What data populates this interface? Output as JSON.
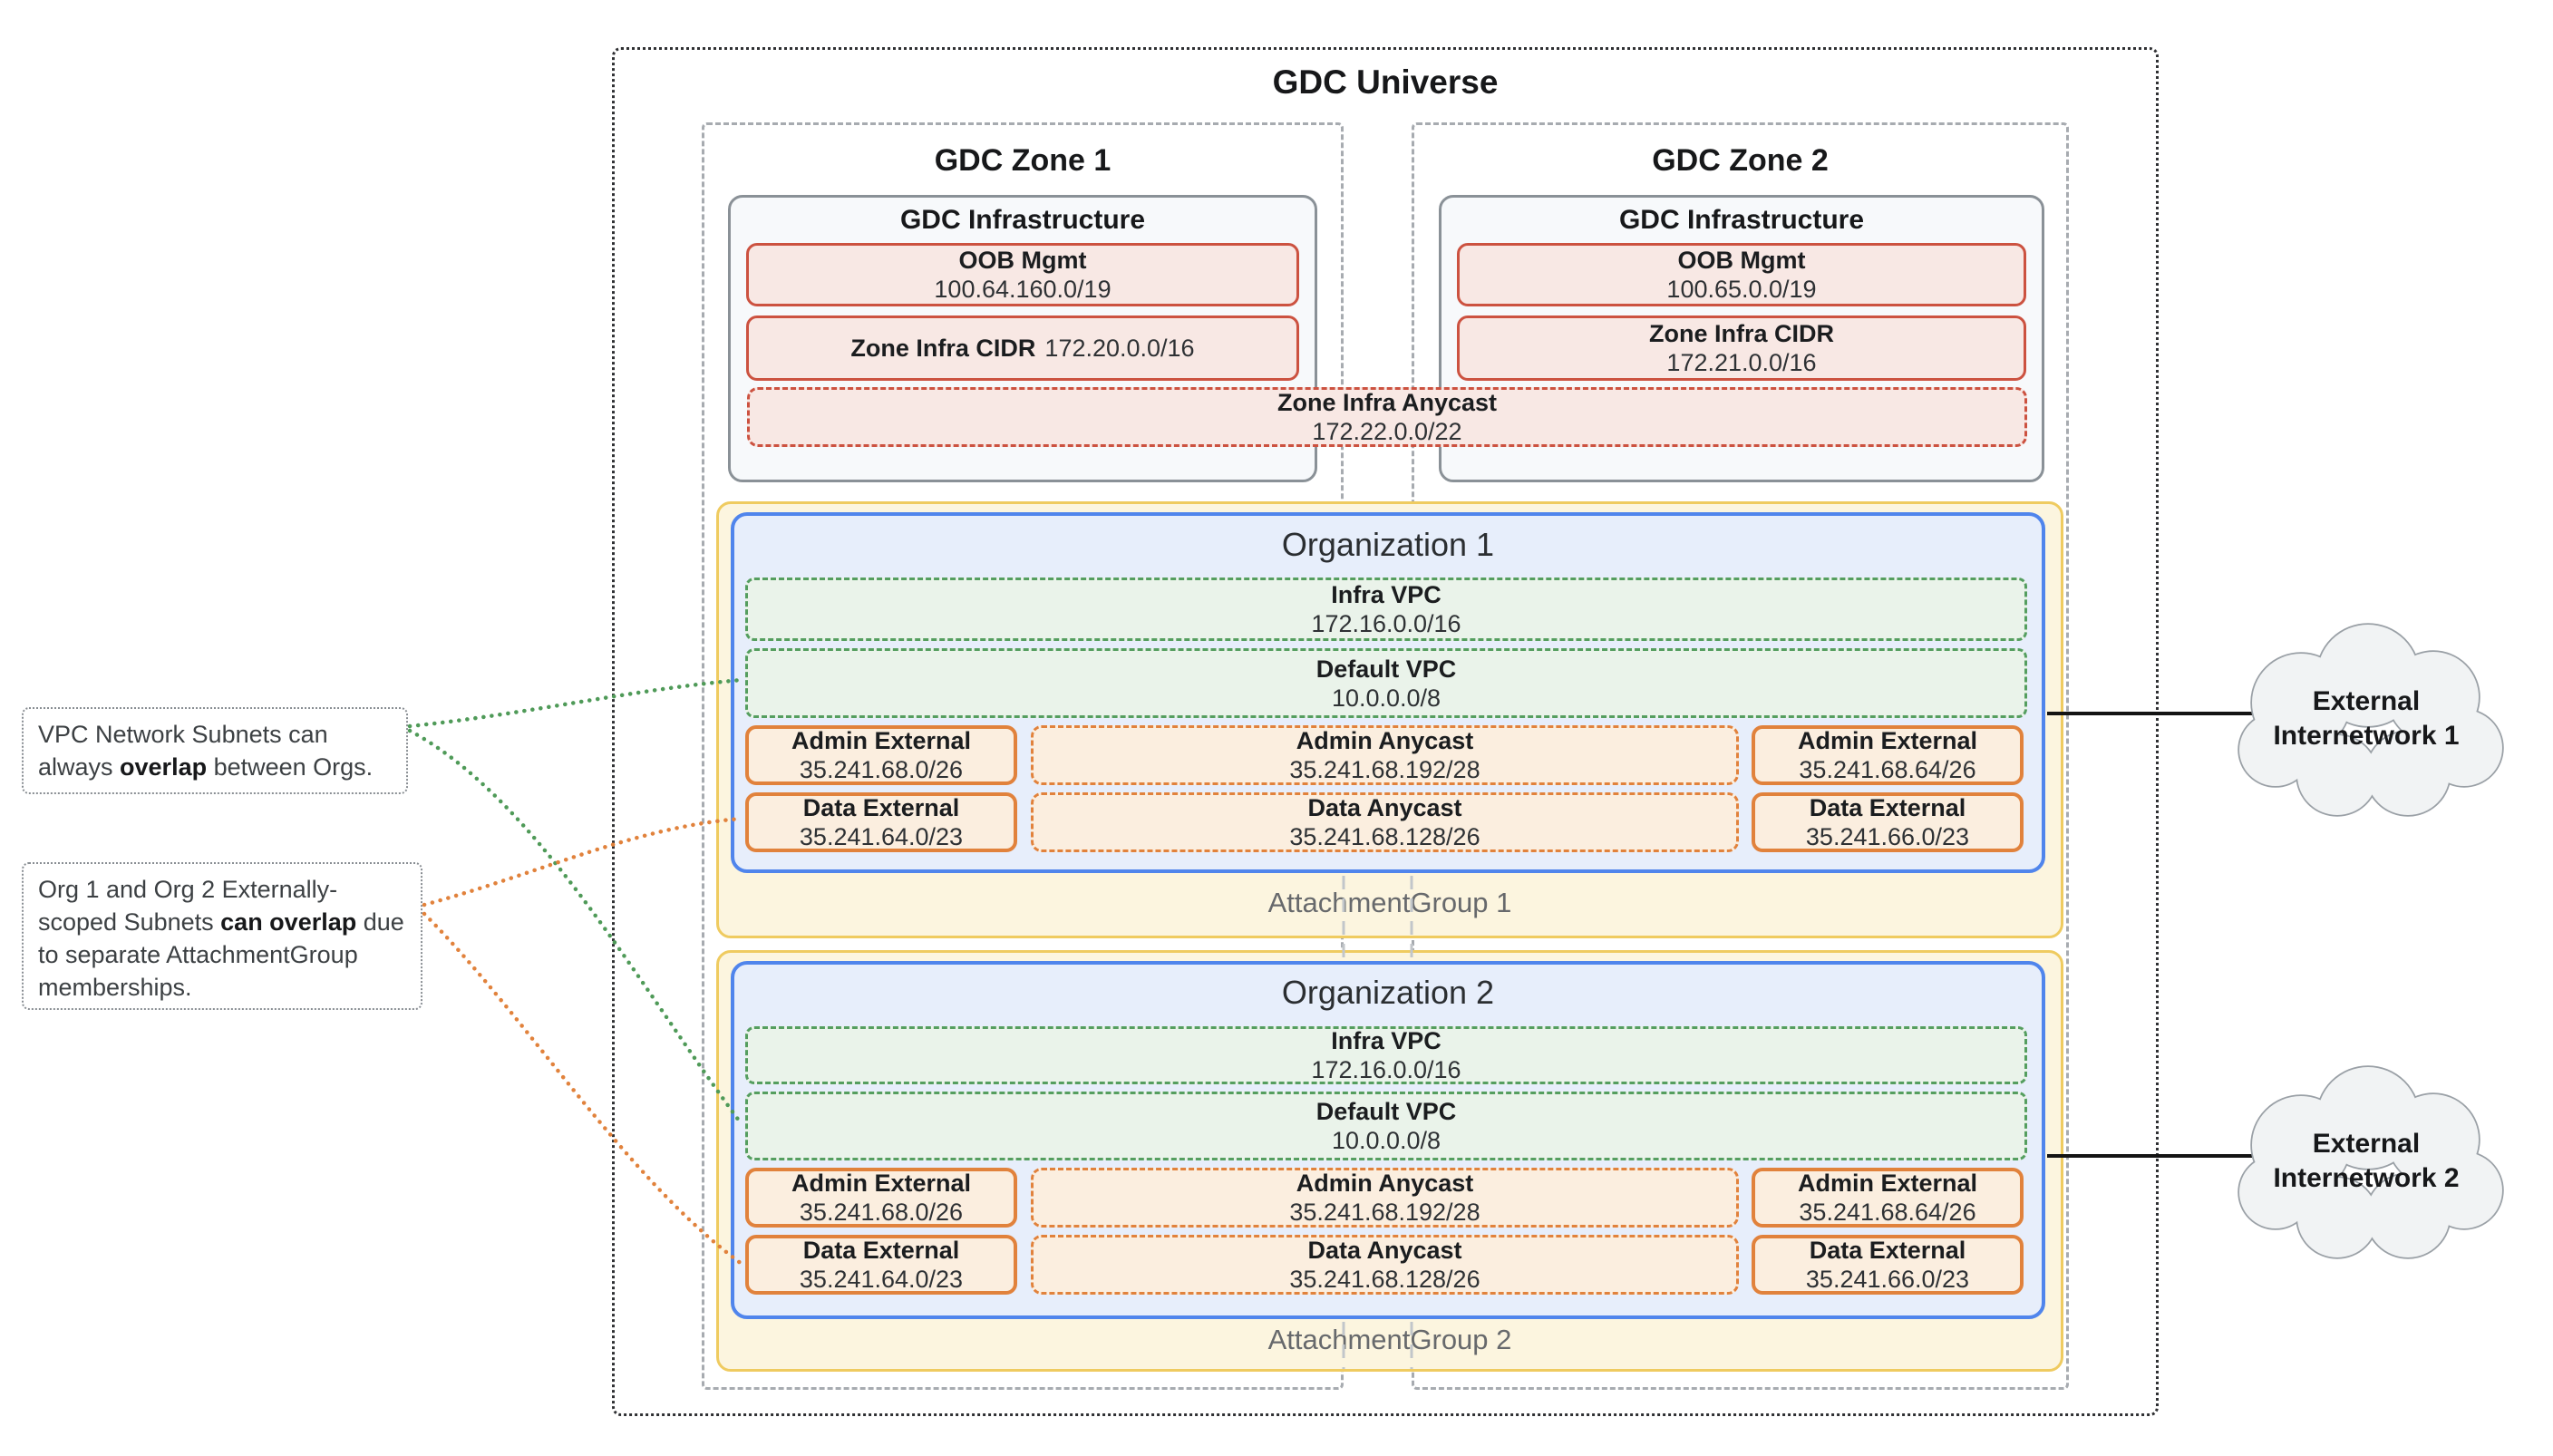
{
  "universe": {
    "title": "GDC Universe"
  },
  "zones": [
    {
      "title": "GDC Zone 1",
      "infra": {
        "title": "GDC Infrastructure",
        "oob": {
          "label": "OOB Mgmt",
          "cidr": "100.64.160.0/19"
        },
        "cidr": {
          "label": "Zone Infra CIDR",
          "value": "172.20.0.0/16"
        }
      }
    },
    {
      "title": "GDC Zone 2",
      "infra": {
        "title": "GDC Infrastructure",
        "oob": {
          "label": "OOB Mgmt",
          "cidr": "100.65.0.0/19"
        },
        "cidr": {
          "label": "Zone Infra CIDR",
          "value": "172.21.0.0/16"
        }
      }
    }
  ],
  "anycast": {
    "label": "Zone Infra Anycast",
    "cidr": "172.22.0.0/22"
  },
  "groups": [
    {
      "label": "AttachmentGroup 1",
      "org": {
        "title": "Organization 1",
        "vpcs": [
          {
            "label": "Infra VPC",
            "cidr": "172.16.0.0/16"
          },
          {
            "label": "Default VPC",
            "cidr": "10.0.0.0/8"
          }
        ],
        "subnets": [
          {
            "label": "Admin External",
            "cidr": "35.241.68.0/26"
          },
          {
            "label": "Admin Anycast",
            "cidr": "35.241.68.192/28"
          },
          {
            "label": "Admin External",
            "cidr": "35.241.68.64/26"
          },
          {
            "label": "Data External",
            "cidr": "35.241.64.0/23"
          },
          {
            "label": "Data Anycast",
            "cidr": "35.241.68.128/26"
          },
          {
            "label": "Data External",
            "cidr": "35.241.66.0/23"
          }
        ]
      }
    },
    {
      "label": "AttachmentGroup 2",
      "org": {
        "title": "Organization 2",
        "vpcs": [
          {
            "label": "Infra VPC",
            "cidr": "172.16.0.0/16"
          },
          {
            "label": "Default VPC",
            "cidr": "10.0.0.0/8"
          }
        ],
        "subnets": [
          {
            "label": "Admin External",
            "cidr": "35.241.68.0/26"
          },
          {
            "label": "Admin Anycast",
            "cidr": "35.241.68.192/28"
          },
          {
            "label": "Admin External",
            "cidr": "35.241.68.64/26"
          },
          {
            "label": "Data External",
            "cidr": "35.241.64.0/23"
          },
          {
            "label": "Data Anycast",
            "cidr": "35.241.68.128/26"
          },
          {
            "label": "Data External",
            "cidr": "35.241.66.0/23"
          }
        ]
      }
    }
  ],
  "clouds": [
    {
      "label": "External Internetwork 1"
    },
    {
      "label": "External Internetwork 2"
    }
  ],
  "annotations": [
    {
      "parts": [
        {
          "t": "VPC Network Subnets can always "
        },
        {
          "t": "overlap"
        },
        {
          "t": " between Orgs."
        }
      ]
    },
    {
      "parts": [
        {
          "t": "Org 1 and Org 2 Externally-scoped Subnets "
        },
        {
          "t": "can overlap"
        },
        {
          "t": " due to separate AttachmentGroup memberships."
        }
      ]
    }
  ],
  "colors": {
    "red_border": "#cc5240",
    "red_fill": "#f8e8e4",
    "green_border": "#559e5f",
    "green_fill": "#eaf3ea",
    "orange_border": "#e1823c",
    "orange_fill": "#fbeedf",
    "blue_border": "#5085ec",
    "blue_fill": "#e7eefb",
    "yellow_border": "#efcb60",
    "yellow_fill": "#fcf5df",
    "zone_dash": "#a7abb0",
    "cloud_fill": "#f1f3f4",
    "cloud_border": "#9aa0a6"
  }
}
